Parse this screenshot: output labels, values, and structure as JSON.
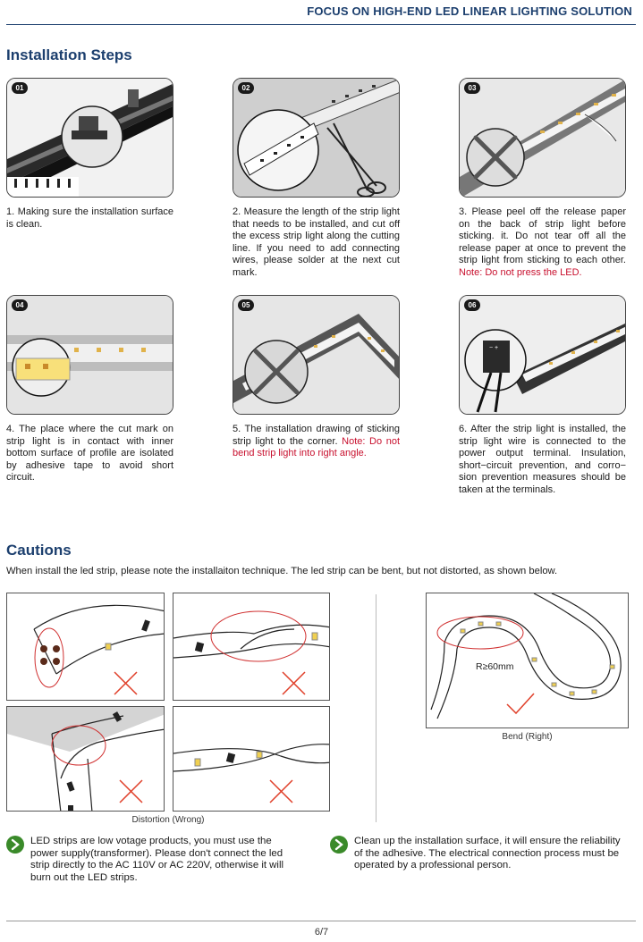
{
  "header": {
    "title": "FOCUS ON HIGH-END LED LINEAR LIGHTING SOLUTION"
  },
  "installation": {
    "title": "Installation Steps",
    "steps": [
      {
        "num": "01",
        "text": "1. Making sure the installation surface is clean.",
        "note": ""
      },
      {
        "num": "02",
        "text": "2. Measure the length of the strip light that needs to be installed, and cut off the excess strip light along the cutting line. If you need to add connecting wires, please solder at the next cut mark.",
        "note": ""
      },
      {
        "num": "03",
        "text": "3. Please peel off the release paper on the back of strip light before sticking. it. Do not tear off all the release paper at once to prevent the strip light from sticking to each other.",
        "note": "Note: Do not press the LED."
      },
      {
        "num": "04",
        "text": "4. The place where the cut mark on strip light is in contact with inner bottom surface of profile are isolated by adhesive tape to avoid short circuit.",
        "note": ""
      },
      {
        "num": "05",
        "text": "5. The installation drawing of sticking strip light to the corner.",
        "note": "Note: Do not bend strip light into right angle."
      },
      {
        "num": "06",
        "text": "6. After the strip light is installed, the strip light wire is connected to the power output terminal. Insulation, short−circuit prevention, and corro− sion prevention measures should be taken at the terminals.",
        "note": ""
      }
    ]
  },
  "cautions": {
    "title": "Cautions",
    "intro": "When install the led strip, please note the installaiton technique. The led strip can be bent, but not distorted, as shown below.",
    "wrong_caption": "Distortion (Wrong)",
    "right_caption": "Bend (Right)",
    "radius_label": "R≥60mm",
    "bullets": [
      "LED strips are low votage products, you must use the power supply(transformer). Please don't connect the led strip directly to the AC 110V or AC 220V, otherwise it will burn out the LED strips.",
      "Clean up the installation surface, it will ensure the reliability of the adhesive. The electrical connection process must be operated by a professional person."
    ]
  },
  "colors": {
    "brand": "#1c3f6e",
    "note": "#c8102e",
    "cross": "#e0402a",
    "check": "#e0402a",
    "bullet": "#3a8a2a"
  },
  "footer": {
    "page": "6/7"
  }
}
